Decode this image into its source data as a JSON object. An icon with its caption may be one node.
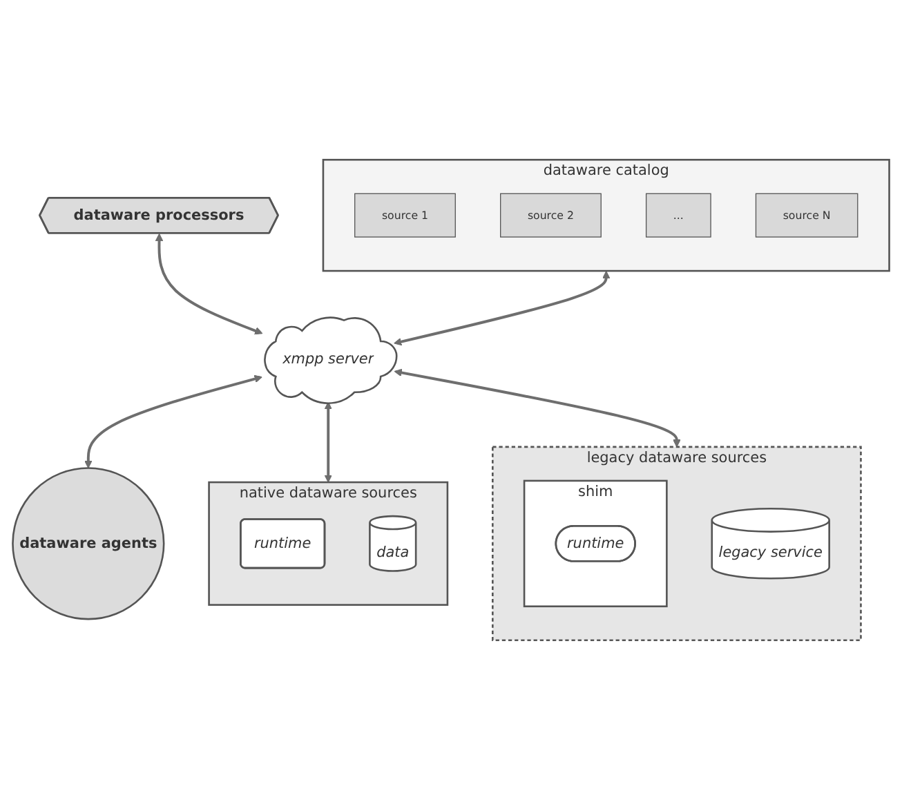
{
  "diagram": {
    "nodes": [
      {
        "text": [
          "dataware catalog"
        ]
      },
      {
        "text": [
          "source 1"
        ],
        "in": 0
      },
      {
        "text": [
          "source 2"
        ],
        "in": 0
      },
      {
        "text": [
          "..."
        ],
        "in": 0
      },
      {
        "text": [
          "source N"
        ],
        "in": 0
      },
      {
        "text": [
          "dataware processors"
        ]
      },
      {
        "text": [
          "xmpp server"
        ]
      },
      {
        "text": [
          "dataware agents"
        ]
      },
      {
        "text": [
          "native dataware sources"
        ]
      },
      {
        "text": [
          "runtime"
        ],
        "in": 8
      },
      {
        "text": [
          "data"
        ],
        "in": 8
      },
      {
        "text": [
          "legacy dataware sources"
        ]
      },
      {
        "text": [
          "shim"
        ],
        "in": 11
      },
      {
        "text": [
          "runtime"
        ],
        "in": 12
      },
      {
        "text": [
          "legacy service"
        ],
        "in": 11
      }
    ],
    "edges": [
      {
        "from": 0,
        "to": 6,
        "arrow": "both"
      },
      {
        "from": 5,
        "to": 6,
        "arrow": "both"
      },
      {
        "from": 6,
        "to": 7,
        "arrow": "both"
      },
      {
        "from": 6,
        "to": 8,
        "arrow": "both"
      },
      {
        "from": 6,
        "to": 11,
        "arrow": "both"
      }
    ]
  }
}
